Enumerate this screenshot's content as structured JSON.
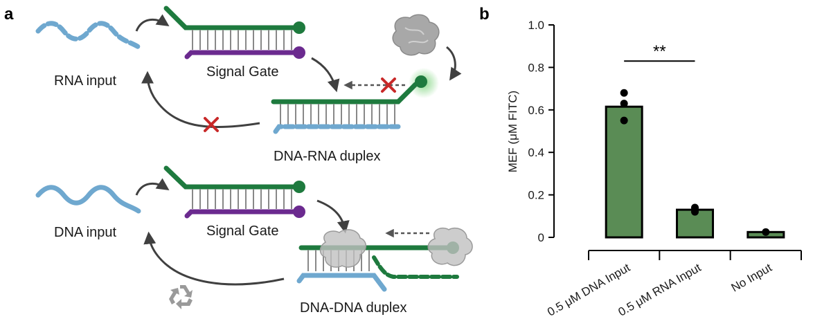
{
  "panel_a": {
    "letter": "a",
    "rna_input_label": "RNA input",
    "signal_gate_label": "Signal Gate",
    "dna_rna_duplex_label": "DNA-RNA duplex",
    "dna_input_label": "DNA input",
    "dna_dna_duplex_label": "DNA-DNA duplex"
  },
  "panel_b": {
    "letter": "b"
  },
  "colors": {
    "green": "#1e7a3e",
    "purple": "#6b2a8f",
    "blue": "#6fa8cf",
    "red": "#c82828",
    "arrow": "#404040",
    "bar_fill": "#5a8c55",
    "protein": "#a8a8a8"
  },
  "chart_data": {
    "type": "bar",
    "ylabel": "MEF (μM FITC)",
    "ylim": [
      0,
      1.0
    ],
    "yticks": [
      "0",
      "0.2",
      "0.4",
      "0.6",
      "0.8",
      "1.0"
    ],
    "categories": [
      "0.5 μM DNA Input",
      "0.5 μM RNA Input",
      "No Input"
    ],
    "values": [
      0.615,
      0.13,
      0.025
    ],
    "points": [
      [
        0.68,
        0.63,
        0.55
      ],
      [
        0.14,
        0.13,
        0.12
      ],
      [
        0.025
      ]
    ],
    "significance": {
      "between": [
        0,
        1
      ],
      "label": "**"
    },
    "grid": false,
    "legend": "none"
  }
}
